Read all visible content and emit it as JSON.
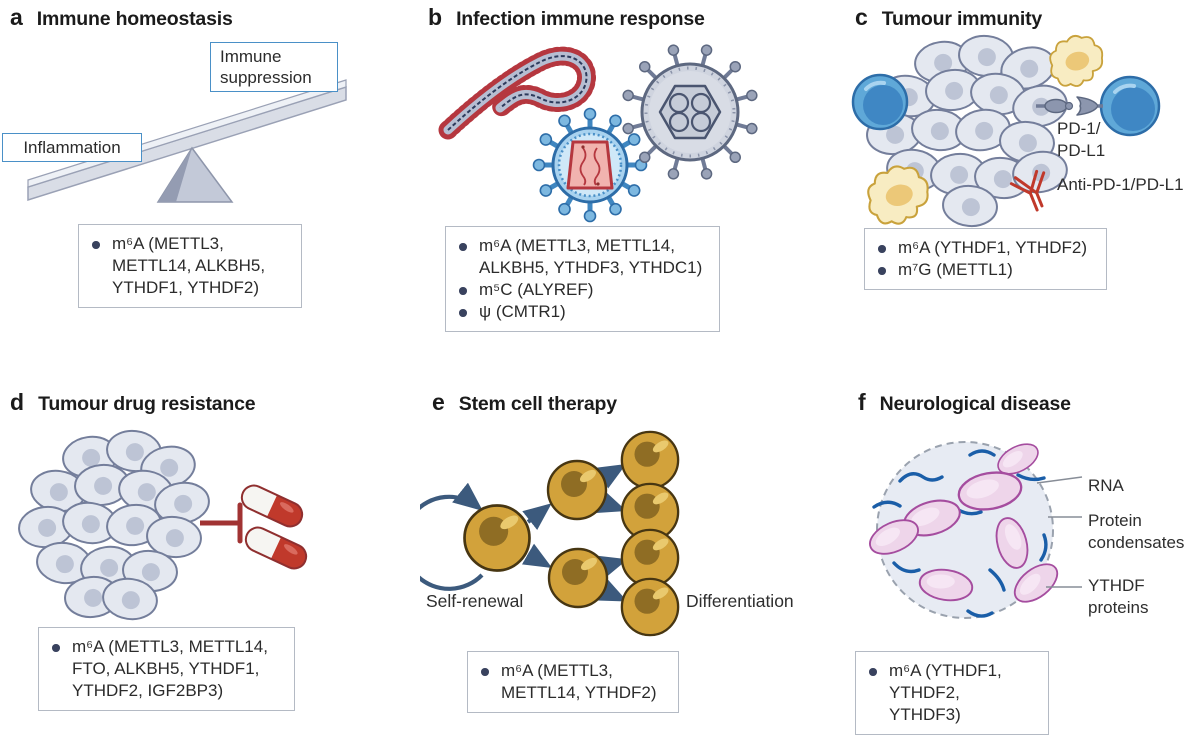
{
  "colors": {
    "label_box_border": "#4a90c7",
    "bullet_dot": "#39425e",
    "virus_red": "#b5373f",
    "virus_blue": "#2d6da8",
    "pill_red": "#c0392b",
    "tumour_cell_fill": "#e4e8f0",
    "stem_cell_gold": "#d2a23b",
    "arrow_slate": "#3c5a7d",
    "condensate_pink": "#eed5ea",
    "rna_blue": "#1a5ea8",
    "text_box_border": "#b4bac4"
  },
  "panels": {
    "a": {
      "letter": "a",
      "title": "Immune homeostasis",
      "label_low": "Inflammation",
      "label_high": "Immune suppression",
      "bullets": [
        "m⁶A (METTL3, METTL14, ALKBH5, YTHDF1, YTHDF2)"
      ]
    },
    "b": {
      "letter": "b",
      "title": "Infection immune response",
      "bullets": [
        "m⁶A (METTL3, METTL14, ALKBH5, YTHDF3, YTHDC1)",
        "m⁵C (ALYREF)",
        "ψ (CMTR1)"
      ]
    },
    "c": {
      "letter": "c",
      "title": "Tumour immunity",
      "label_pd": "PD-1/\nPD-L1",
      "label_anti": "Anti-PD-1/PD-L1",
      "bullets": [
        "m⁶A (YTHDF1, YTHDF2)",
        "m⁷G (METTL1)"
      ]
    },
    "d": {
      "letter": "d",
      "title": "Tumour drug resistance",
      "bullets": [
        "m⁶A (METTL3, METTL14, FTO, ALKBH5, YTHDF1, YTHDF2, IGF2BP3)"
      ]
    },
    "e": {
      "letter": "e",
      "title": "Stem cell therapy",
      "label_left": "Self-renewal",
      "label_right": "Differentiation",
      "bullets": [
        "m⁶A (METTL3, METTL14, YTHDF2)"
      ]
    },
    "f": {
      "letter": "f",
      "title": "Neurological disease",
      "label_rna": "RNA",
      "label_condensates": "Protein\ncondensates",
      "label_ythdf": "YTHDF\nproteins",
      "bullets": [
        "m⁶A (YTHDF1, YTHDF2, YTHDF3)"
      ]
    }
  }
}
